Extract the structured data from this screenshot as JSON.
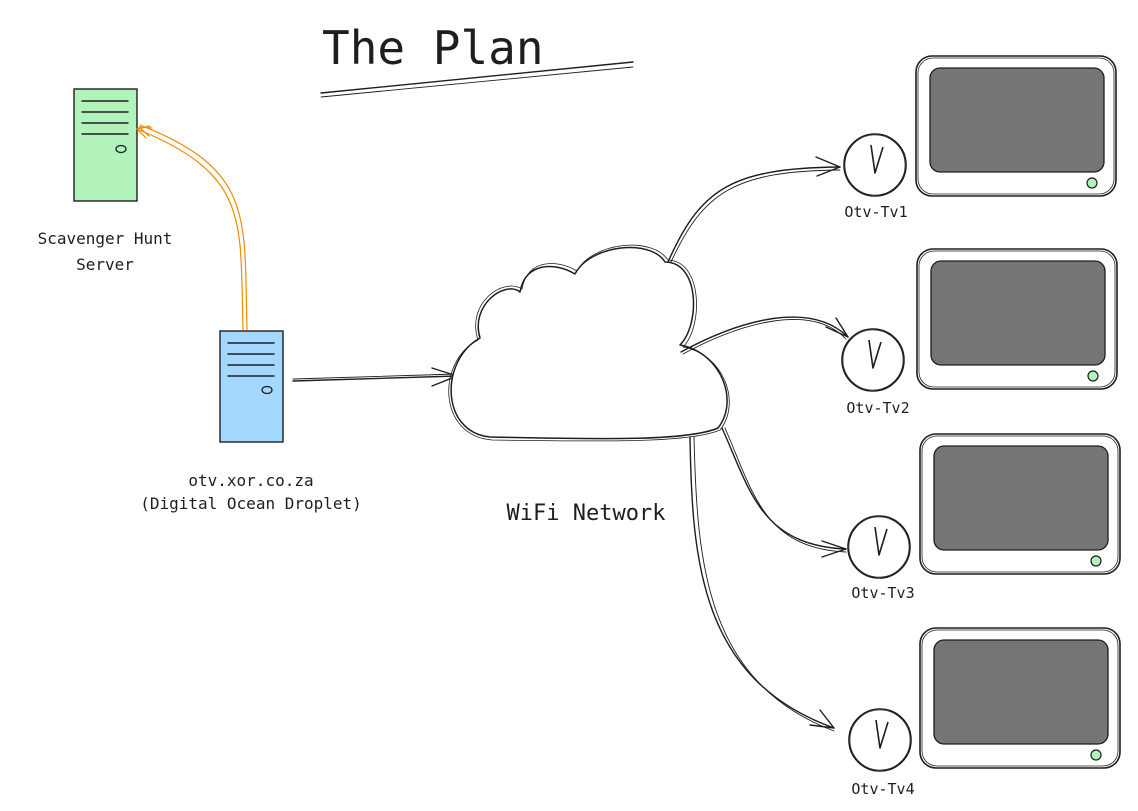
{
  "title": "The Plan",
  "scavenger_server": {
    "label_line1": "Scavenger Hunt",
    "label_line2": "Server",
    "fill_color": "#b2f2bb",
    "icon": "server-tower-icon"
  },
  "droplet_server": {
    "label_line1": "otv.xor.co.za",
    "label_line2": "(Digital Ocean Droplet)",
    "fill_color": "#a5d8ff",
    "icon": "server-tower-icon"
  },
  "network": {
    "label": "WiFi Network",
    "icon": "cloud-icon"
  },
  "devices": [
    {
      "label": "Otv-Tv1",
      "icon": "tv-icon"
    },
    {
      "label": "Otv-Tv2",
      "icon": "tv-icon"
    },
    {
      "label": "Otv-Tv3",
      "icon": "tv-icon"
    },
    {
      "label": "Otv-Tv4",
      "icon": "tv-icon"
    }
  ],
  "colors": {
    "stroke": "#1e1e1e",
    "arrow_orange": "#f08c00",
    "screen": "#757575",
    "power_led": "#b2f2bb"
  }
}
